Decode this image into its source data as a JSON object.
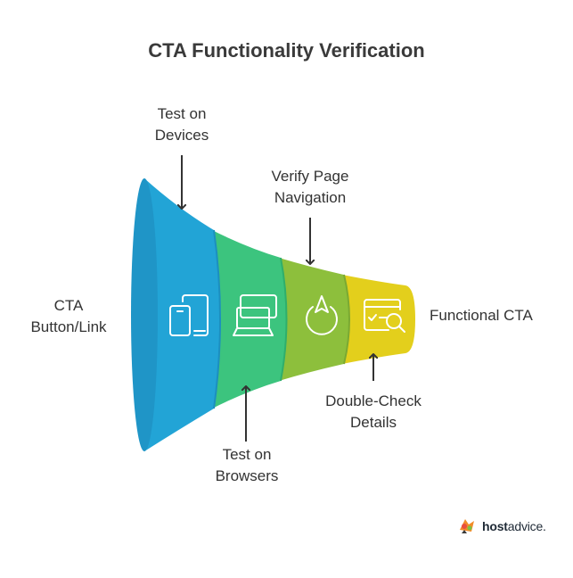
{
  "title": "CTA Functionality Verification",
  "stages": [
    {
      "name": "cta-button-link",
      "label_lines": [
        "CTA",
        "Button/Link"
      ],
      "icon": "pointer-icon",
      "color": "#22a4d6"
    },
    {
      "name": "test-on-devices",
      "label_lines": [
        "Test on",
        "Devices"
      ],
      "icon": "devices-icon",
      "color": "#22a4d6"
    },
    {
      "name": "test-on-browsers",
      "label_lines": [
        "Test on",
        "Browsers"
      ],
      "icon": "laptop-icon",
      "color": "#3cc47e"
    },
    {
      "name": "verify-page-navigation",
      "label_lines": [
        "Verify Page",
        "Navigation"
      ],
      "icon": "navigation-icon",
      "color": "#8dbf3c"
    },
    {
      "name": "double-check-details",
      "label_lines": [
        "Double-Check",
        "Details"
      ],
      "icon": "inspect-icon",
      "color": "#e3cf1c"
    },
    {
      "name": "functional-cta",
      "label_lines": [
        "Functional CTA"
      ],
      "icon": "",
      "color": "#e3cf1c"
    }
  ],
  "colors": {
    "blue": "#22a4d6",
    "green": "#3cc47e",
    "lime": "#8dbf3c",
    "yellow": "#e3cf1c",
    "arrow": "#333333"
  },
  "logo": {
    "brand_bold": "host",
    "brand_regular": "advice."
  }
}
